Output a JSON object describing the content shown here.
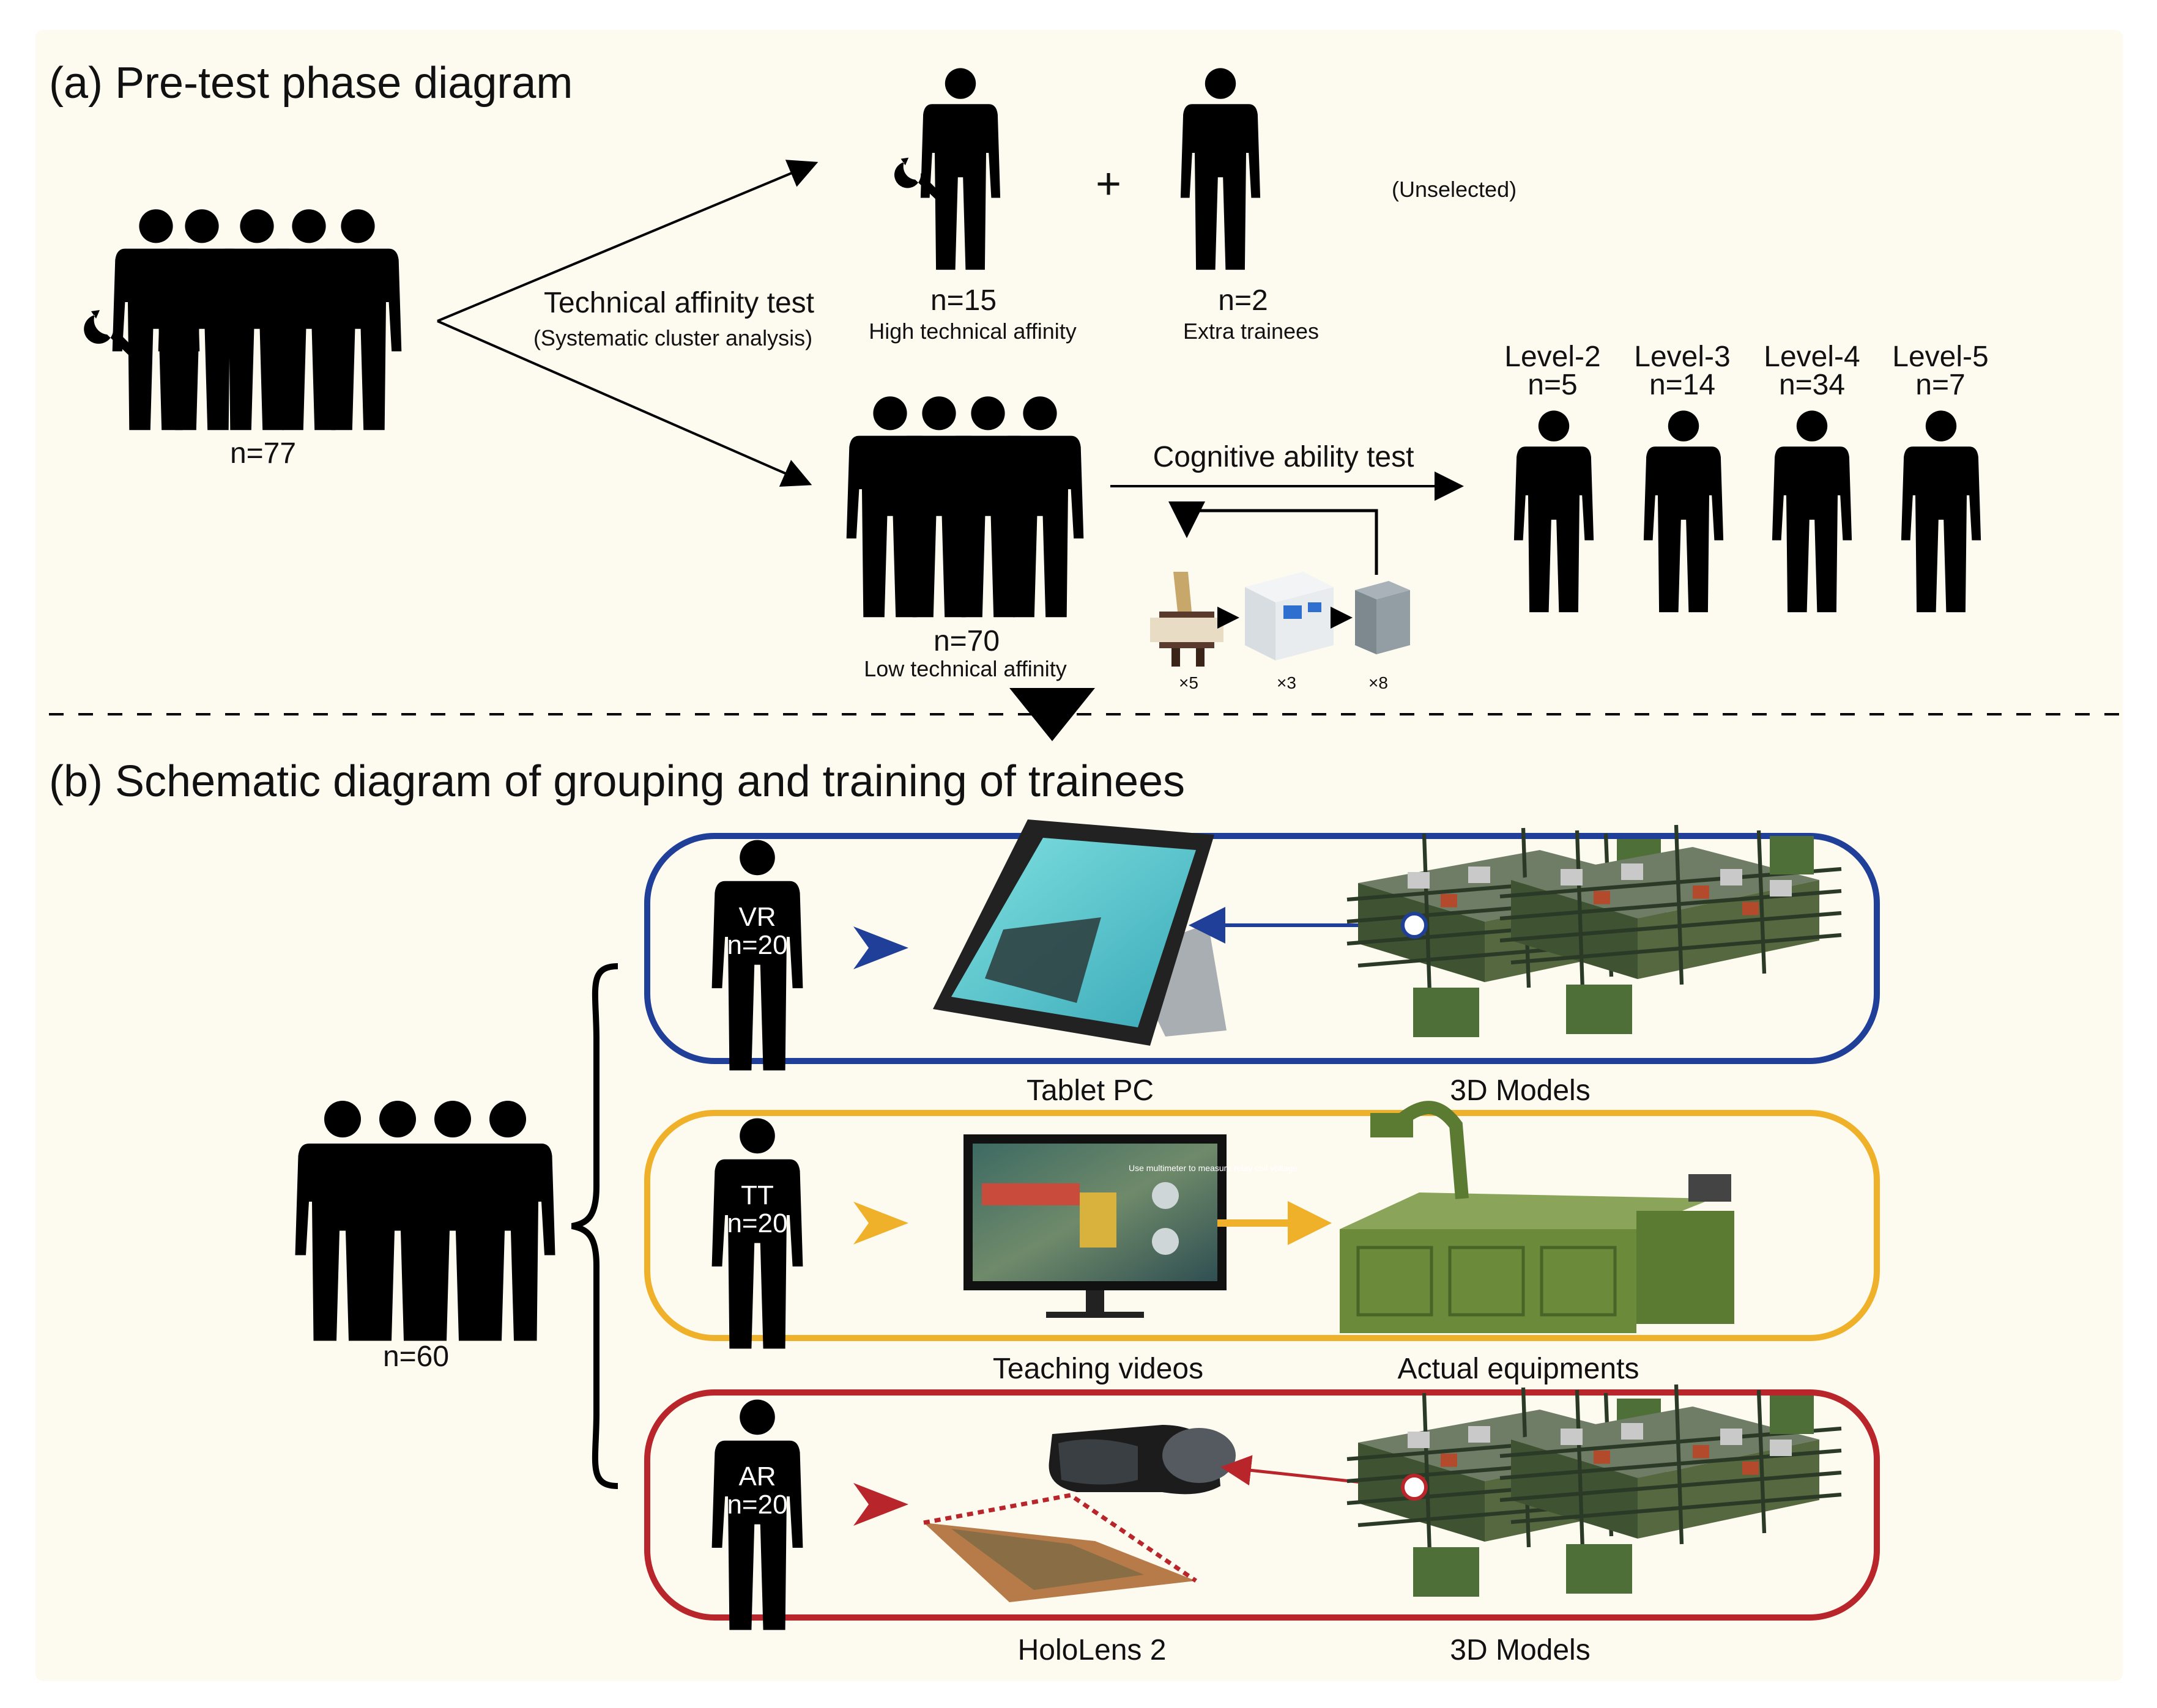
{
  "part_a": {
    "title": "(a) Pre-test phase diagram",
    "total_label": "n=77",
    "affinity_test_label": "Technical affinity test",
    "affinity_test_sublabel": "(Systematic cluster analysis)",
    "high_group": {
      "count_label": "n=15",
      "name": "High technical affinity"
    },
    "plus_sign": "+",
    "extra_group": {
      "count_label": "n=2",
      "name": "Extra trainees"
    },
    "unselected_label": "(Unselected)",
    "low_group": {
      "count_label": "n=70",
      "name": "Low technical affinity"
    },
    "cognitive_test_label": "Cognitive ability test",
    "components": [
      {
        "icon": "toggle-switch-icon",
        "count": "×5"
      },
      {
        "icon": "circuit-breaker-icon",
        "count": "×3"
      },
      {
        "icon": "relay-icon",
        "count": "×8"
      }
    ],
    "levels": [
      {
        "level": "Level-2",
        "n": "n=5"
      },
      {
        "level": "Level-3",
        "n": "n=14"
      },
      {
        "level": "Level-4",
        "n": "n=34"
      },
      {
        "level": "Level-5",
        "n": "n=7"
      }
    ]
  },
  "part_b": {
    "title": "(b) Schematic diagram of grouping and training of trainees",
    "total_label": "n=60",
    "groups": [
      {
        "code": "VR",
        "n": "n=20",
        "color": "#1f3f99",
        "device_label": "Tablet PC",
        "target_label": "3D Models"
      },
      {
        "code": "TT",
        "n": "n=20",
        "color": "#f0b12a",
        "device_label": "Teaching videos",
        "target_label": "Actual equipments",
        "screen_text": "Use multimeter to measure relay coil voltage"
      },
      {
        "code": "AR",
        "n": "n=20",
        "color": "#b8262c",
        "device_label": "HoloLens 2",
        "target_label": "3D Models"
      }
    ]
  }
}
